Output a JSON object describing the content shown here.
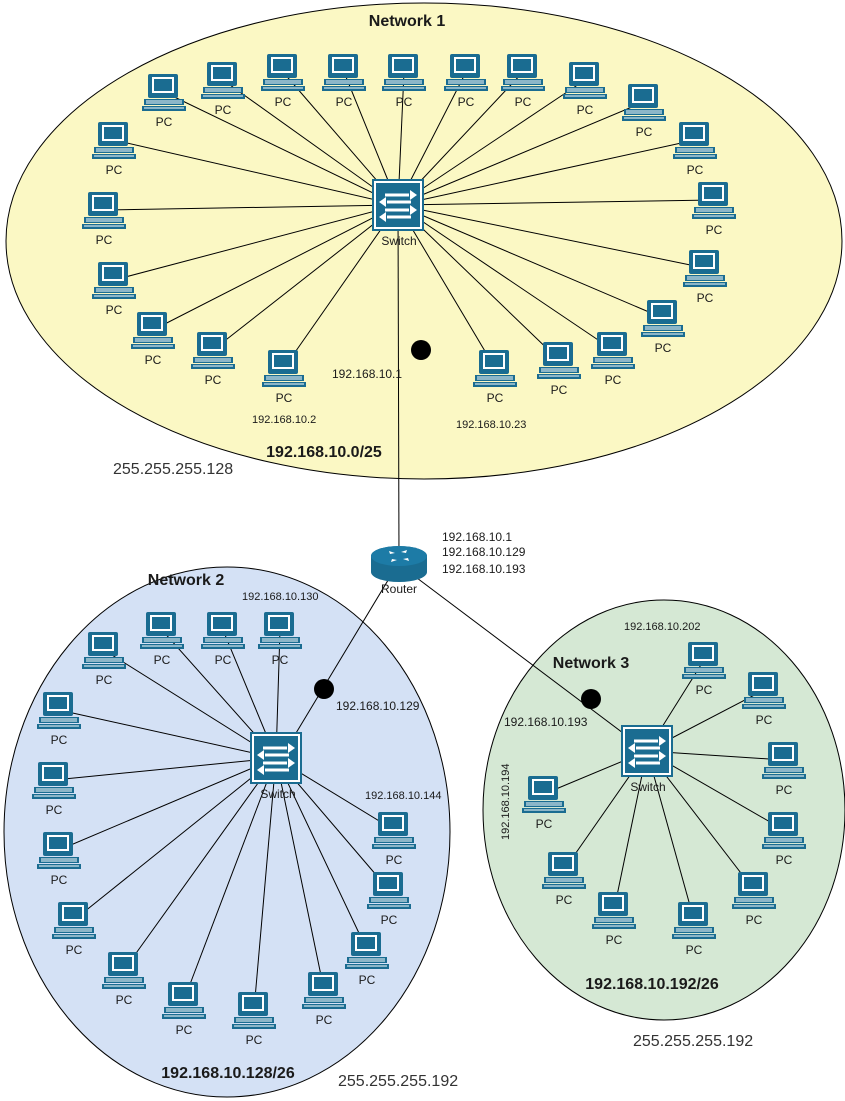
{
  "colors": {
    "network1_fill": "#fbf8c4",
    "network2_fill": "#d4e1f5",
    "network3_fill": "#d5e8d4",
    "device_blue": "#1a6c91",
    "link": "#000000",
    "junction_dot": "#000000"
  },
  "icons": {
    "pc": "desktop-computer-icon",
    "switch": "network-switch-icon",
    "router": "router-icon"
  },
  "router": {
    "label": "Router",
    "ips": [
      "192.168.10.1",
      "192.168.10.129",
      "192.168.10.193"
    ]
  },
  "networks": [
    {
      "title": "Network 1",
      "subnet": "192.168.10.0/25",
      "mask": "255.255.255.128",
      "switch_label": "Switch",
      "gateway_ip": "192.168.10.1",
      "pc_label": "PC",
      "pc_count": 22,
      "pc_ip_notes": [
        "192.168.10.2",
        "192.168.10.23"
      ]
    },
    {
      "title": "Network 2",
      "subnet": "192.168.10.128/26",
      "mask": "255.255.255.192",
      "switch_label": "Switch",
      "gateway_ip": "192.168.10.129",
      "pc_label": "PC",
      "pc_count": 15,
      "pc_ip_notes": [
        "192.168.10.130",
        "192.168.10.144"
      ]
    },
    {
      "title": "Network 3",
      "subnet": "192.168.10.192/26",
      "mask": "255.255.255.192",
      "switch_label": "Switch",
      "gateway_ip": "192.168.10.193",
      "pc_label": "PC",
      "pc_count": 9,
      "pc_ip_notes": [
        "192.168.10.202",
        "192.168.10.194"
      ]
    }
  ]
}
